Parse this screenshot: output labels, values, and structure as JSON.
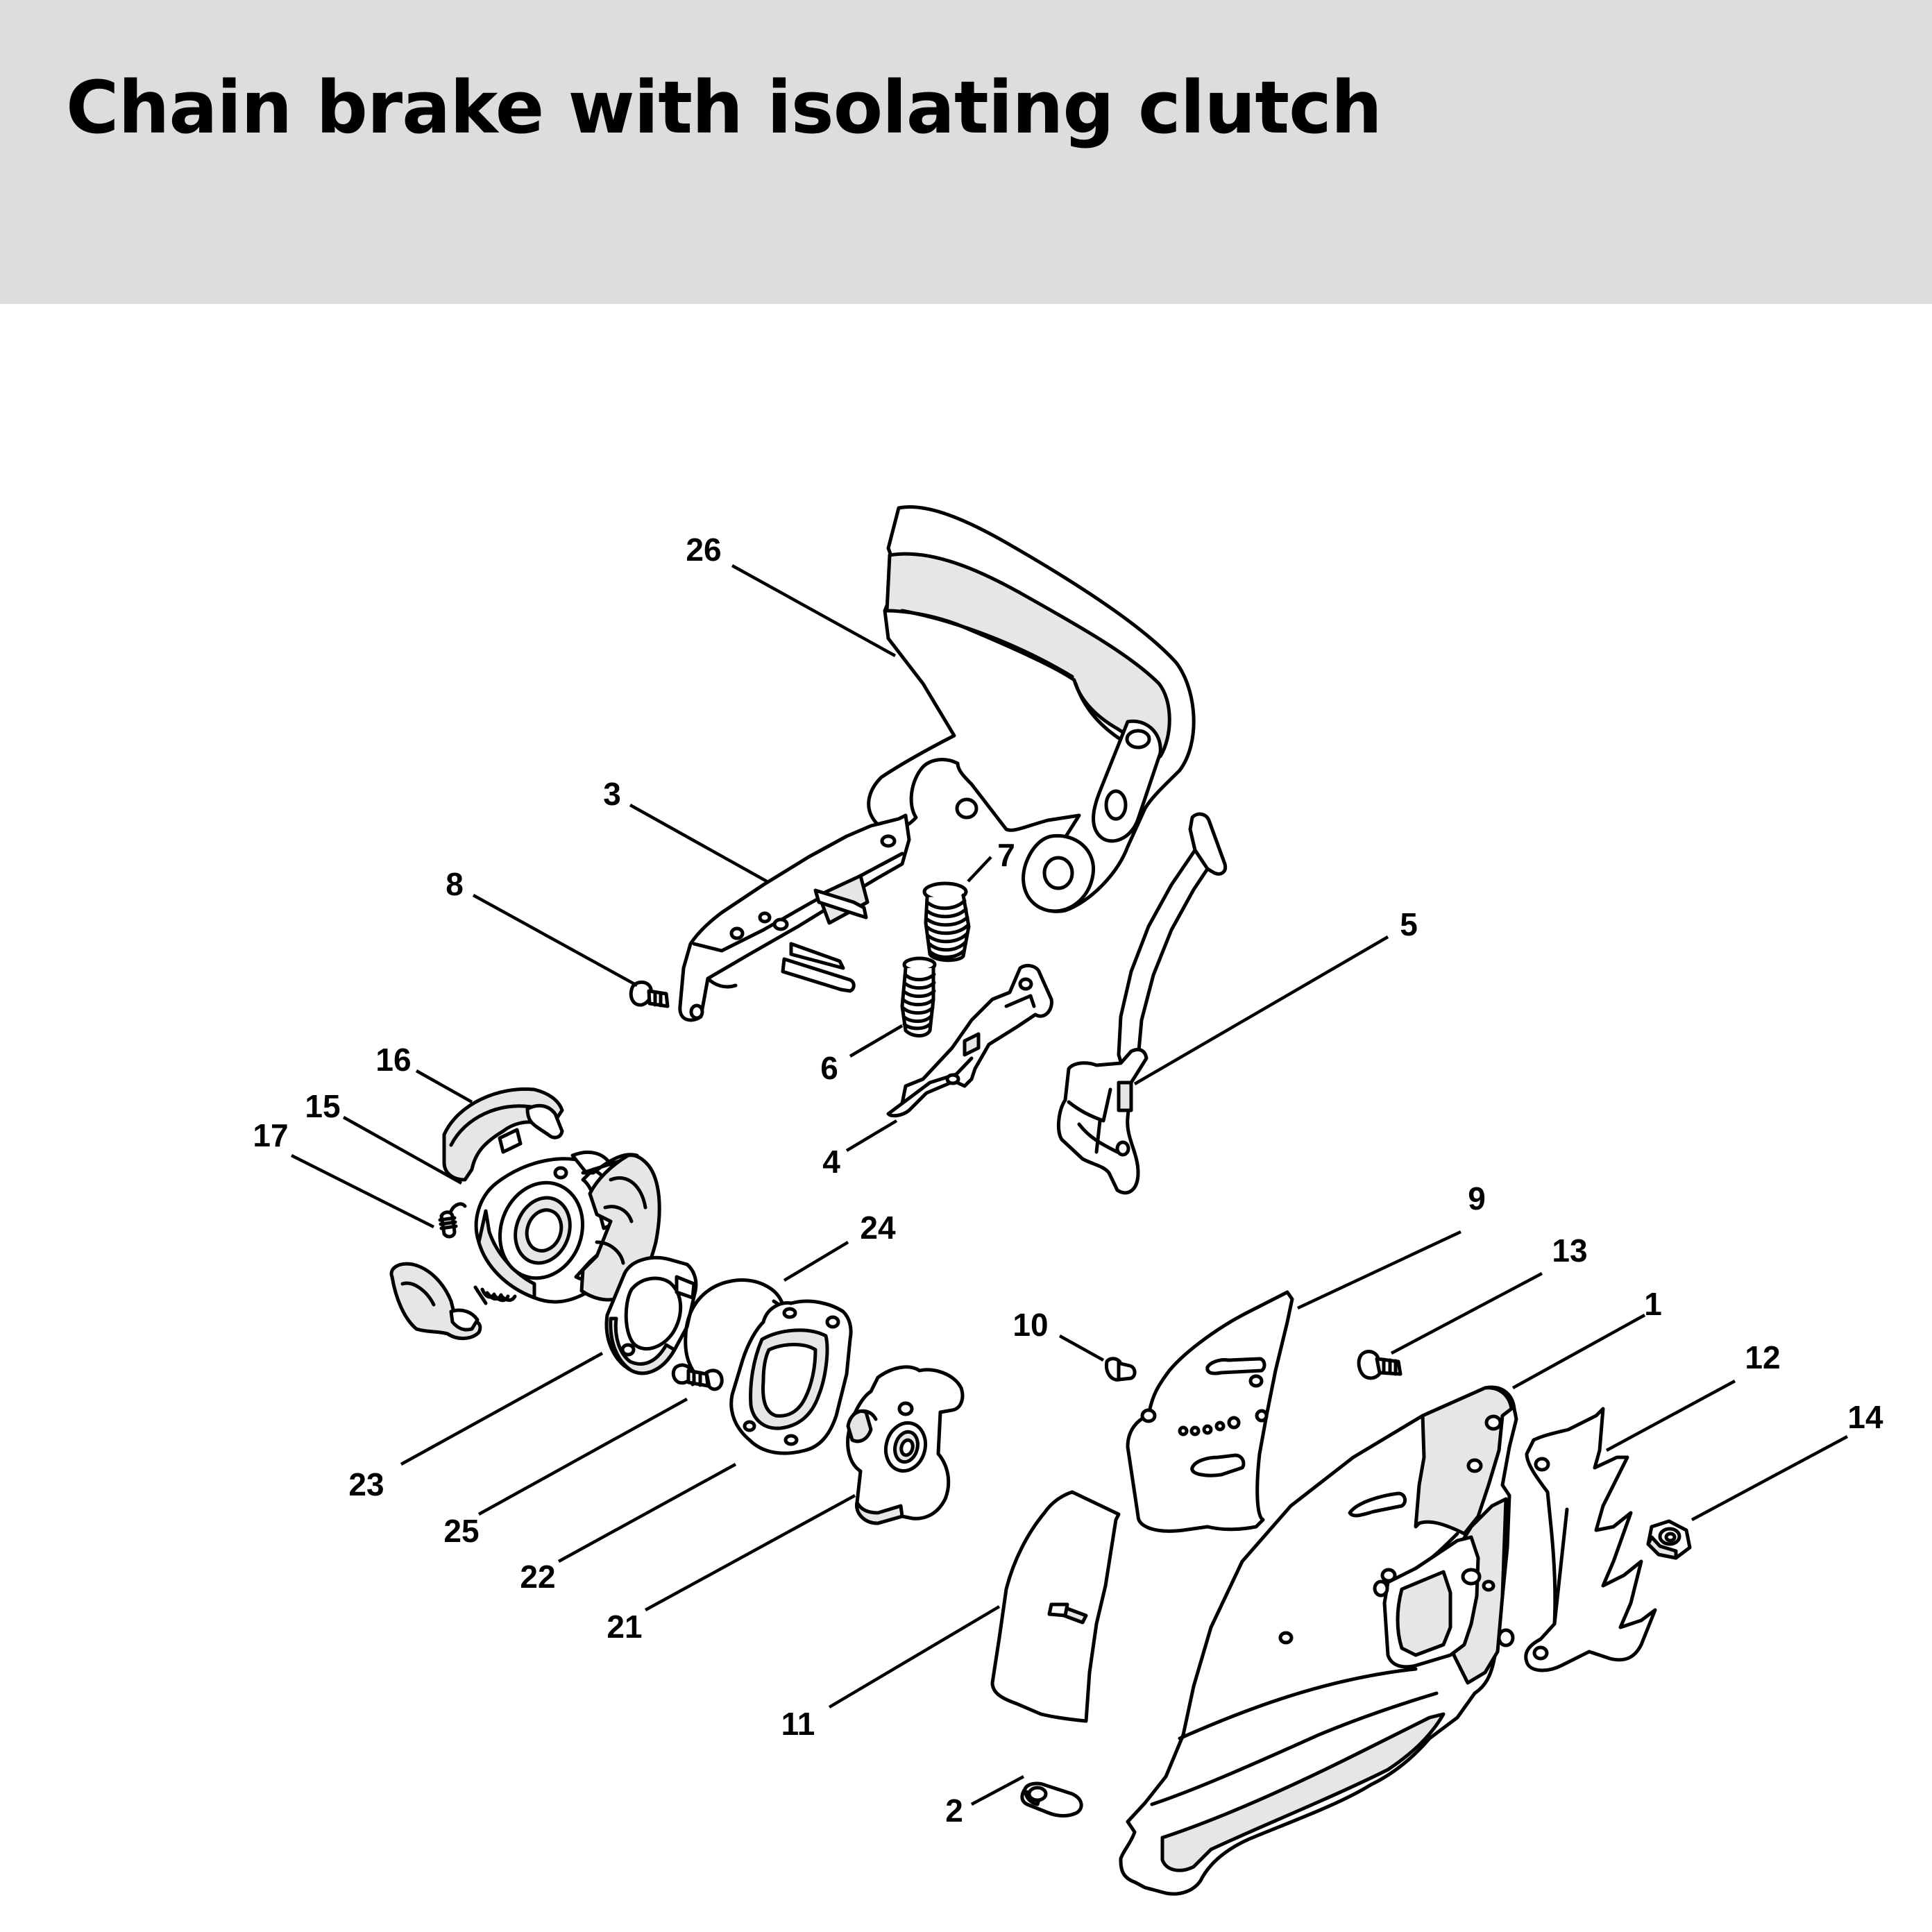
{
  "header": {
    "title": "Chain brake with isolating clutch",
    "background": "#dcdddc"
  },
  "diagram": {
    "callouts": [
      {
        "number": "1",
        "part": "sprocket-cover"
      },
      {
        "number": "2",
        "part": "collar-nut"
      },
      {
        "number": "3",
        "part": "brake-bracket"
      },
      {
        "number": "4",
        "part": "brake-lever"
      },
      {
        "number": "5",
        "part": "brake-band"
      },
      {
        "number": "6",
        "part": "compression-spring-small"
      },
      {
        "number": "7",
        "part": "compression-spring-large"
      },
      {
        "number": "8",
        "part": "bracket-screw"
      },
      {
        "number": "9",
        "part": "guide-plate"
      },
      {
        "number": "10",
        "part": "pin"
      },
      {
        "number": "11",
        "part": "chain-catcher-plate"
      },
      {
        "number": "12",
        "part": "bumper-spike"
      },
      {
        "number": "13",
        "part": "spike-screw"
      },
      {
        "number": "14",
        "part": "hex-nut"
      },
      {
        "number": "15",
        "part": "clutch-carrier"
      },
      {
        "number": "16",
        "part": "clutch-shoe-upper"
      },
      {
        "number": "17",
        "part": "tension-spring"
      },
      {
        "number": "21",
        "part": "isolating-hub"
      },
      {
        "number": "22",
        "part": "isolator-plate"
      },
      {
        "number": "23",
        "part": "cover-washer"
      },
      {
        "number": "24",
        "part": "wire-ring"
      },
      {
        "number": "25",
        "part": "plate-screw"
      },
      {
        "number": "26",
        "part": "hand-guard"
      }
    ]
  }
}
